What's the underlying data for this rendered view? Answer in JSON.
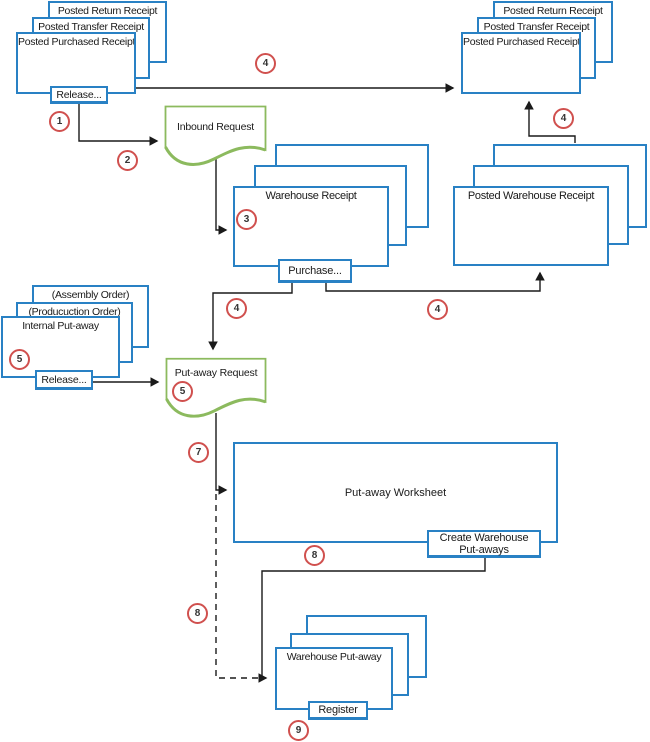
{
  "nodes": {
    "top_left_stack": {
      "back": "Posted Return Receipt",
      "middle": "Posted Transfer Receipt",
      "front": "Posted Purchased Receipt",
      "button": "Release..."
    },
    "top_right_stack": {
      "back": "Posted Return Receipt",
      "middle": "Posted Transfer Receipt",
      "front": "Posted Purchased Receipt"
    },
    "inbound_request": {
      "label": "Inbound Request"
    },
    "warehouse_receipt": {
      "title": "Warehouse Receipt",
      "button": "Purchase..."
    },
    "posted_warehouse_receipt": {
      "title": "Posted Warehouse Receipt"
    },
    "internal_put_away_stack": {
      "back": "(Assembly Order)",
      "middle": "(Producuction Order)",
      "front": "Internal Put-away",
      "button": "Release..."
    },
    "put_away_request": {
      "label": "Put-away Request"
    },
    "put_away_worksheet": {
      "title": "Put-away Worksheet",
      "button": "Create Warehouse Put-aways"
    },
    "warehouse_put_away": {
      "title": "Warehouse Put-away",
      "button": "Register"
    }
  },
  "badges": {
    "step1": "1",
    "step2": "2",
    "step3": "3",
    "step4_top": "4",
    "step4_right": "4",
    "step4_to_request": "4",
    "step4_to_posted": "4",
    "step5_internal": "5",
    "step5_request": "5",
    "step7": "7",
    "step8_worksheet": "8",
    "step8_line": "8",
    "step9": "9"
  },
  "colors": {
    "box_border": "#2981c4",
    "doc_border": "#8cba5e",
    "badge_border": "#d0504e",
    "connector": "#1a1a1a"
  }
}
